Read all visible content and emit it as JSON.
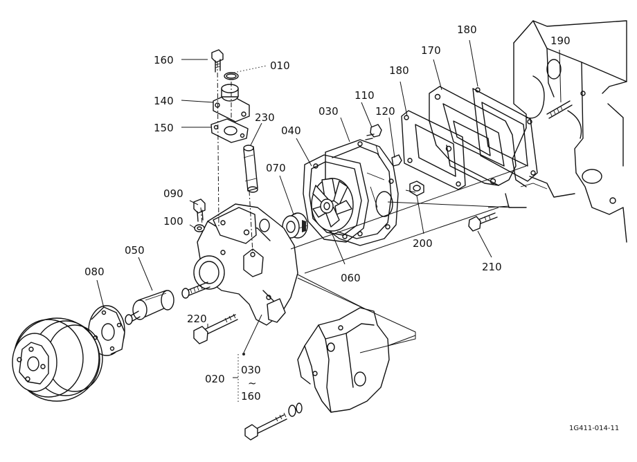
{
  "diagram": {
    "reference_code": "1G411-014-11",
    "parts": [
      {
        "id": "p160",
        "label": "160"
      },
      {
        "id": "p010",
        "label": "010"
      },
      {
        "id": "p140",
        "label": "140"
      },
      {
        "id": "p150",
        "label": "150"
      },
      {
        "id": "p230",
        "label": "230"
      },
      {
        "id": "p030a",
        "label": "030"
      },
      {
        "id": "p110",
        "label": "110"
      },
      {
        "id": "p120",
        "label": "120"
      },
      {
        "id": "p180a",
        "label": "180"
      },
      {
        "id": "p170",
        "label": "170"
      },
      {
        "id": "p180b",
        "label": "180"
      },
      {
        "id": "p190",
        "label": "190"
      },
      {
        "id": "p040",
        "label": "040"
      },
      {
        "id": "p070",
        "label": "070"
      },
      {
        "id": "p090",
        "label": "090"
      },
      {
        "id": "p100",
        "label": "100"
      },
      {
        "id": "p050",
        "label": "050"
      },
      {
        "id": "p080",
        "label": "080"
      },
      {
        "id": "p060",
        "label": "060"
      },
      {
        "id": "p200",
        "label": "200"
      },
      {
        "id": "p210",
        "label": "210"
      },
      {
        "id": "p220",
        "label": "220"
      },
      {
        "id": "p020",
        "label": "020"
      },
      {
        "id": "p030b",
        "label": "030"
      },
      {
        "id": "tilde",
        "label": "~"
      },
      {
        "id": "p160b",
        "label": "160"
      }
    ]
  }
}
